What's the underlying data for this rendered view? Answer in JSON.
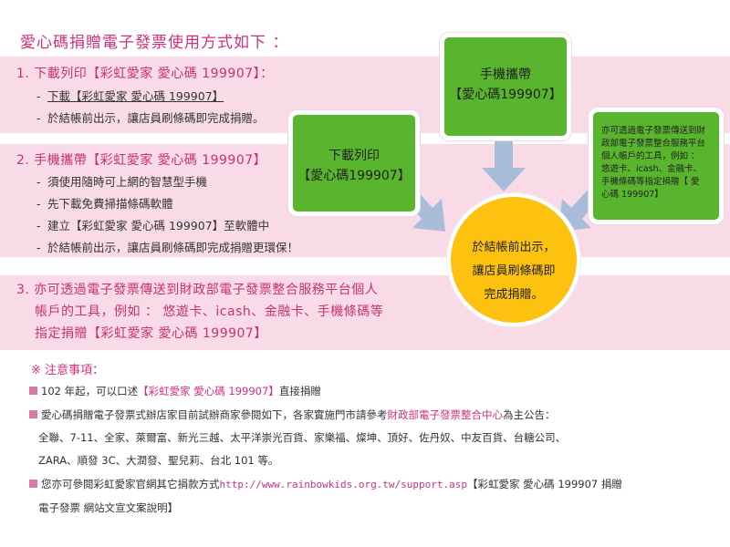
{
  "title": "愛心碼捐贈電子發票使用方式如下 ：",
  "item1": {
    "head": "1. 下載列印【彩虹愛家 愛心碼 199907】：",
    "subs": [
      "下載【彩虹愛家 愛心碼 199907】",
      "於結帳前出示，讓店員刷條碼即完成捐贈。"
    ]
  },
  "item2": {
    "head": "2. 手機攜帶【彩虹愛家 愛心碼 199907】",
    "subs": [
      "須使用隨時可上網的智慧型手機",
      "先下載免費掃描條碼軟體",
      "建立【彩虹愛家 愛心碼 199907】至軟體中",
      "於結帳前出示，讓店員刷條碼即完成捐贈更環保！"
    ]
  },
  "item3": {
    "lines": [
      "3. 亦可透過電子發票傳送到財政部電子發票整合服務平台個人",
      "帳戶的工具，例如 ： 悠遊卡、icash、金融卡、手機條碼等",
      "指定捐贈【彩虹愛家 愛心碼 199907】"
    ]
  },
  "flow": {
    "mobile": [
      "手機攜帶",
      "【愛心碼199907】"
    ],
    "download": [
      "下載列印",
      "【愛心碼199907】"
    ],
    "platform": [
      "亦可透過電子發票傳送到財",
      "政部電子發票整合服務平台",
      "個人帳戶的工具，例如 ：",
      "悠遊卡、icash、金融卡、",
      "手機條碼等指定捐贈【 愛",
      "心碼 199907】"
    ],
    "checkout": [
      "於結帳前出示，",
      "讓店員刷條碼即",
      "完成捐贈。"
    ]
  },
  "notes": {
    "heading": "※ 注意事項：",
    "n1_pre": "102 年起，可以口述",
    "n1_pink": "【彩虹愛家 愛心碼 199907】",
    "n1_post": "直接捐贈",
    "n2_pre": "愛心碼捐贈電子發票式辦店家目前試辦商家參閱如下，各家實施門市請參考",
    "n2_pink": "財政部電子發票整合中心",
    "n2_post": "為主公告：",
    "stores1": "全聯、7-11、全家、萊爾富、新光三越、太平洋崇光百貨、家樂福、燦坤、頂好、佐丹奴、中友百貨、台糖公司、",
    "stores2": "ZARA、順發 3C、大潤發、聖兒莉、台北 101 等。",
    "n3_pre": "您亦可參閱彩虹愛家官網其它捐款方式",
    "n3_url": "http://www.rainbowkids.org.tw/support.asp",
    "n3_post": "【彩虹愛家  愛心碼  199907 捐贈",
    "n3_line2": "電子發票 網站文宣文案說明】"
  },
  "colors": {
    "pink_text": "#d0307a",
    "band": "#f9dbe7",
    "green": "#59b52e",
    "yellow": "#fcc20f",
    "arrow": "#a9bcd9"
  }
}
